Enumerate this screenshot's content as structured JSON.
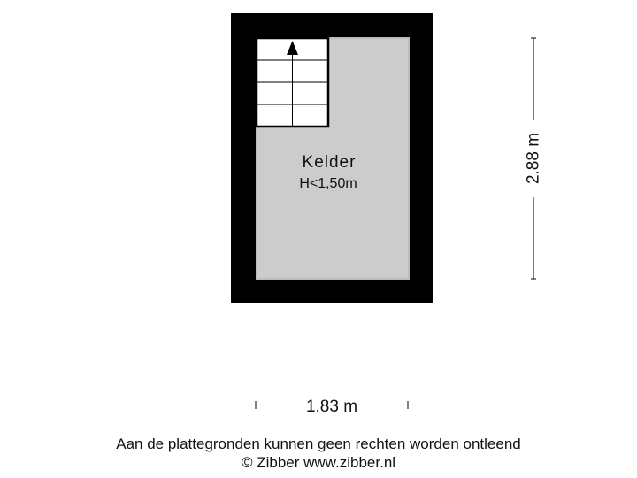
{
  "room": {
    "name": "Kelder",
    "height_note": "H<1,50m"
  },
  "dimensions": {
    "width": "1.83 m",
    "depth": "2.88 m"
  },
  "footer": {
    "disclaimer": "Aan de plattegronden kunnen geen rechten worden ontleend",
    "copyright": "© Zibber www.zibber.nl"
  },
  "colors": {
    "wall": "#000000",
    "floor": "#cccccc",
    "stair": "#ffffff"
  },
  "icons": {
    "stair_direction": "up-arrow"
  }
}
